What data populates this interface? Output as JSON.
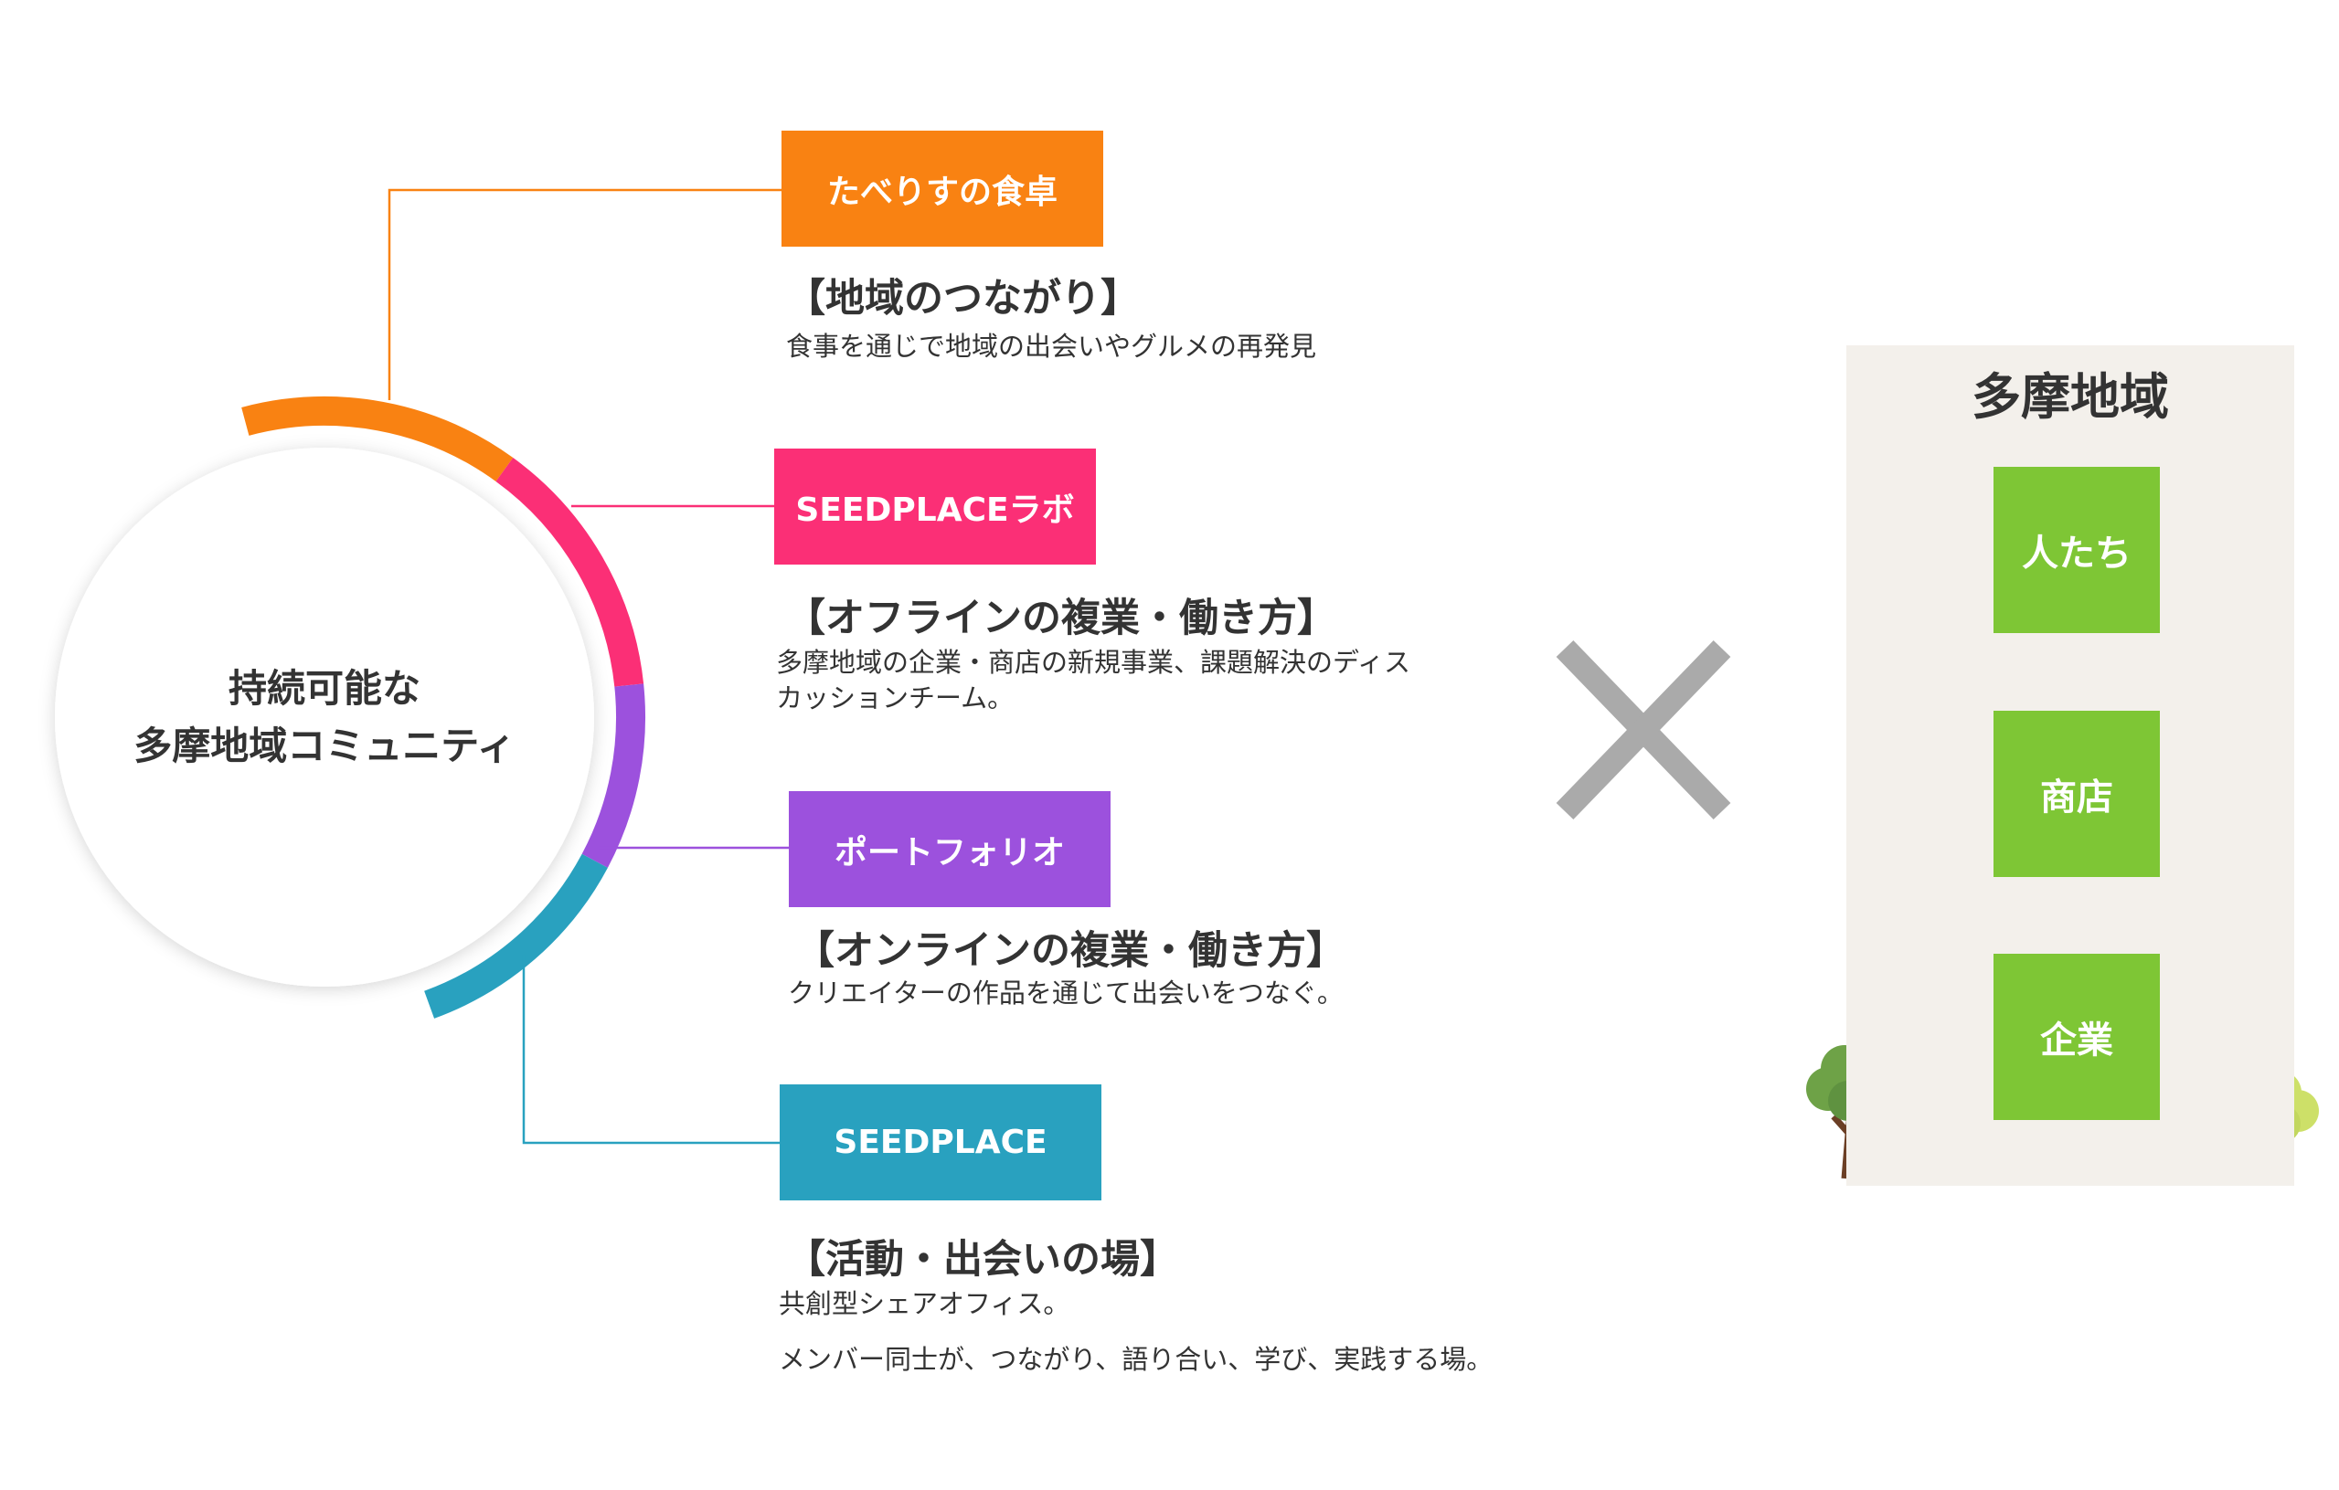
{
  "center": {
    "line1": "持続可能な",
    "line2": "多摩地域コミュニティ"
  },
  "categories": [
    {
      "label": "たべりすの食卓",
      "color": "#f98212",
      "headline": "【地域のつながり】",
      "desc": [
        "食事を通じで地域の出会いやグルメの再発見"
      ]
    },
    {
      "label": "SEEDPLACEラボ",
      "color": "#fb2f76",
      "headline": "【オフラインの複業・働き方】",
      "desc": [
        "多摩地域の企業・商店の新規事業、課題解決のディス",
        "カッションチーム。"
      ]
    },
    {
      "label": "ポートフォリオ",
      "color": "#9c51dd",
      "headline": "【オンラインの複業・働き方】",
      "desc": [
        "クリエイターの作品を通じて出会いをつなぐ。"
      ]
    },
    {
      "label": "SEEDPLACE",
      "color": "#29a1bf",
      "headline": "【活動・出会いの場】",
      "desc": [
        "共創型シェアオフィス。",
        "メンバー同士が、つながり、語り合い、学び、実践する場。"
      ]
    }
  ],
  "multiply": {
    "color": "#aaaaaa"
  },
  "region": {
    "title": "多摩地域",
    "items": [
      "人たち",
      "商店",
      "企業"
    ],
    "box_color": "#7ec635",
    "bg_color": "#f3f0eb"
  }
}
